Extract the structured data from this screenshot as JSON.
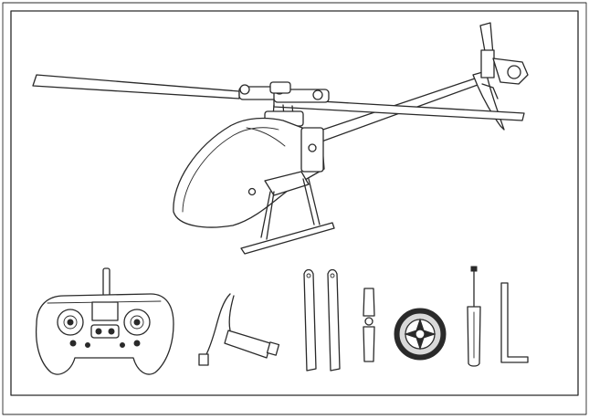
{
  "figure": {
    "description_items": [
      "helicopter",
      "transmitter",
      "usb-charger",
      "main-rotor-blades",
      "tail-rotor",
      "main-gear",
      "screwdriver",
      "hex-key"
    ],
    "line_color": "#2a2a2a",
    "background_color": "#ffffff"
  }
}
